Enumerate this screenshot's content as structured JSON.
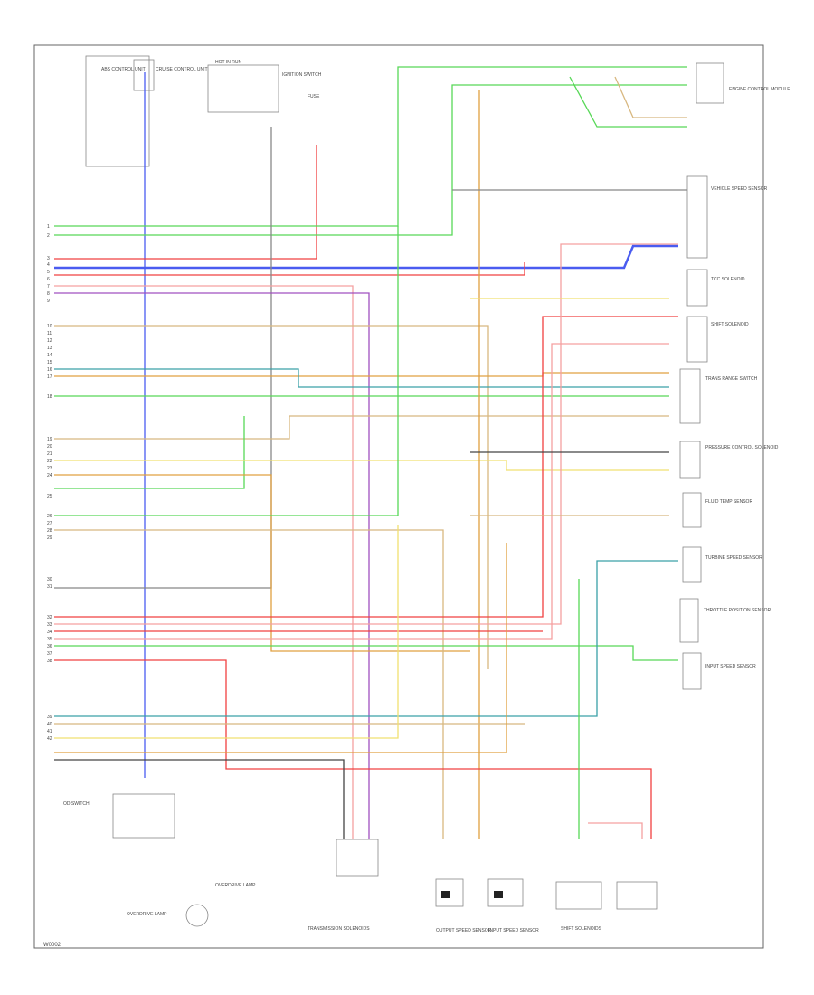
{
  "footer": {
    "code": "W0002"
  },
  "colors": {
    "blue": "#4a5cf0",
    "red": "#f04040",
    "pink": "#f5a0a0",
    "green": "#58d858",
    "tan": "#d8b880",
    "orange": "#e0a040",
    "gray": "#888888",
    "purple": "#a050c0",
    "yellow": "#f0e070",
    "teal": "#3aa0a8",
    "black": "#444444"
  },
  "left_pins": [
    "1",
    "2",
    "3",
    "4",
    "5",
    "6",
    "7",
    "8",
    "9",
    "10",
    "11",
    "12",
    "13",
    "14",
    "15",
    "16",
    "17",
    "18",
    "19",
    "20",
    "21",
    "22",
    "23",
    "24",
    "25",
    "26",
    "27",
    "28",
    "29",
    "30",
    "31",
    "32",
    "33",
    "34",
    "35",
    "36",
    "37",
    "38",
    "39",
    "40",
    "41",
    "42"
  ],
  "components": {
    "top_left_a": "ABS CONTROL UNIT",
    "top_left_b": "CRUISE CONTROL UNIT",
    "top_mid_a": "HOT IN RUN",
    "top_mid_b": "IGNITION SWITCH",
    "top_mid_c": "FUSE",
    "right_1": "ENGINE CONTROL MODULE",
    "right_2": "VEHICLE SPEED SENSOR",
    "right_3": "TCC SOLENOID",
    "right_4": "SHIFT SOLENOID",
    "right_5": "TRANS RANGE SWITCH",
    "right_6": "PRESSURE CONTROL SOLENOID",
    "right_7": "FLUID TEMP SENSOR",
    "right_8": "TURBINE SPEED SENSOR",
    "right_9": "THROTTLE POSITION SENSOR",
    "right_10": "INPUT SPEED SENSOR",
    "bottom_1": "TRANSMISSION SOLENOIDS",
    "bottom_2": "OUTPUT SPEED SENSOR",
    "bottom_3": "INPUT SPEED SENSOR",
    "bottom_4": "SHIFT SOLENOIDS",
    "bottom_left": "OVERDRIVE LAMP",
    "bottom_left_b": "OD SWITCH"
  }
}
